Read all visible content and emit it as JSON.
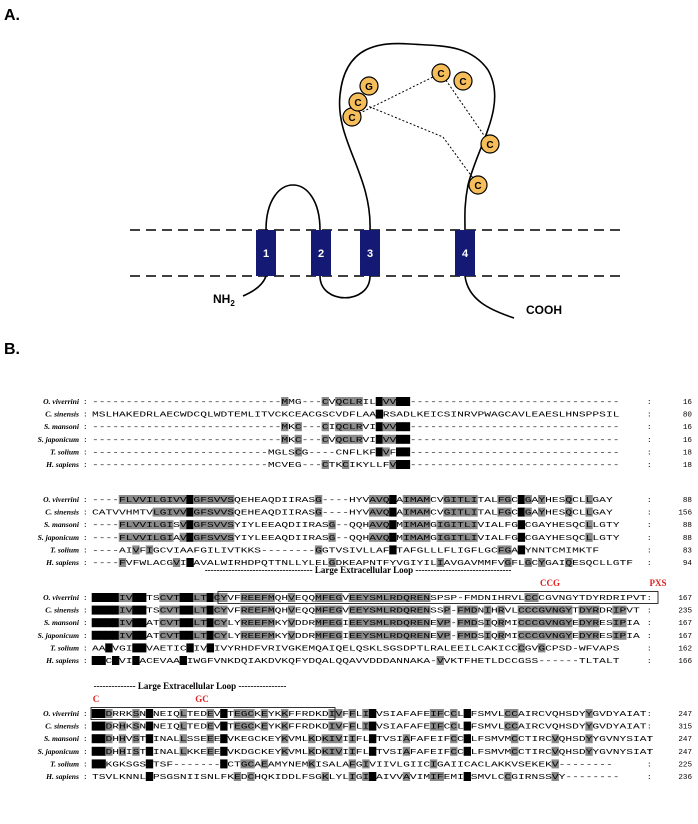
{
  "panel_a": {
    "label": "A.",
    "tm_domains": [
      "1",
      "2",
      "3",
      "4"
    ],
    "n_terminus": "NH",
    "n_terminus_sub": "2",
    "c_terminus": "COOH",
    "cysteines": [
      "C",
      "G",
      "C",
      "C",
      "C",
      "C",
      "C"
    ]
  },
  "panel_b": {
    "label": "B.",
    "blocks": [
      {
        "rows": [
          {
            "species": "O. viverrini",
            "seq": "----------------------------MMG---CVQCLRILIVVFN-------------------------------",
            "num": "16"
          },
          {
            "species": "C. sinensis",
            "seq": "MSLHAKEDRLAECWDCQLWDTEMLITVCKCEACGSCVDFLAAIRSADLKEICSINRVPWAGCAVLEAESLHNSPPSIL",
            "num": "80"
          },
          {
            "species": "S. mansoni",
            "seq": "----------------------------MKC---CIQCLRVIIVVFN-------------------------------",
            "num": "16"
          },
          {
            "species": "S. japonicum",
            "seq": "----------------------------MKC---CVQCLRVIIVVFN-------------------------------",
            "num": "16"
          },
          {
            "species": "T. solium",
            "seq": "--------------------------MGLSCG----CNFLKFIVFFN-------------------------------",
            "num": "18"
          },
          {
            "species": "H. sapiens",
            "seq": "--------------------------MCVEG---CTKCIKYLLFVFN-------------------------------",
            "num": "18"
          }
        ]
      },
      {
        "rows": [
          {
            "species": "O. viverrini",
            "seq": "----FLVVILGIVVLGFSVVSQEHEAQDIIRASG----HYVAVQIAIMAMCVGITLITALFGCCGAYHESQCLLGAY",
            "num": "88"
          },
          {
            "species": "C. sinensis",
            "seq": "CATVVHMTVLGIVVLGFSVVSQEHEAQDIIRASG----HYVAVQIAIMAMCVGITLITALFGCCGAYHESQCLLGAY",
            "num": "156"
          },
          {
            "species": "S. mansoni",
            "seq": "----FLVVILGISVLGFSVVSYIYLEEAQDIIRASG--QQHAVQIMIMAMGIGITLIVIALFGCCGAYHESQCLLGTY",
            "num": "88"
          },
          {
            "species": "S. japonicum",
            "seq": "----FLVVILGIAVLGFSVVSYIYLEEAQDIIRASG--QQHAVQIMIMAMGIGITLIVIALFGCCGAYHESQCLLGTY",
            "num": "88"
          },
          {
            "species": "T. solium",
            "seq": "----AIVFIGCVIAAFGILIVTKKS--------GGTVSIVLLAFITAFGLLLFLIGFLGCFGACYNNTCMIMKTF",
            "num": "83"
          },
          {
            "species": "H. sapiens",
            "seq": "----FVFWLACGVILAVALWIRHDPQTTNLLYLELGDKEAPNTFYVGIYILIAVGAVMMFVGFLGCYGAIQESQCLLGTF",
            "num": "94"
          }
        ]
      },
      {
        "loop_label": "------------------------------------ Large Extracellular Loop --------------------------------",
        "motifs": [
          "CCG",
          "PXS"
        ],
        "rows": [
          {
            "species": "O. viverrini",
            "seq": "FIIIIVILTSCVTGALTLCYVFREEFMQHVEQQMFEGVEEYSMLRDQRENSPSP-FMDNIHRVLCCCGVNGYTDYRDRIPVT",
            "num": "167"
          },
          {
            "species": "C. sinensis",
            "seq": "FIIIIVILTSCVTGALTLCYVFREEFMQHVEQQMFEGVEEYSMLRDQRENSSP-FMDNIHRVLCCCGVNGYTDYRDRIPVT",
            "num": "235"
          },
          {
            "species": "S. mansoni",
            "seq": "FIIIIVILATCVTGALTLCYLYREEFMKYVDDRMFEGIEEYSMLRDQRENEVP-FMDSIQRMICCCGVNGYEDYRESIPIA",
            "num": "167"
          },
          {
            "species": "S. japonicum",
            "seq": "FIIIIVILATCVTGALTLCYLYREEFMKYVDDRMFEGIEEYSMLRDQRENEVP-FMDSIQRMICCCGVNGYEDYRESIPIA",
            "num": "167"
          },
          {
            "species": "T. solium",
            "seq": "AAIVGIILVAETICAIVLIVYRHDFVRIVGKEMQAIQELQSKLSGSDPTLRALEEILCAKICCCGVGCPSD-WFVAPS",
            "num": "162"
          },
          {
            "species": "H. sapiens",
            "seq": "FICIVIIACEVAAGIWGFVNKDQIAKDVKQFYDQALQQAVVDDDANNAKA-VVKTFHETLDCCGSS------TLTALT",
            "num": "166"
          }
        ]
      },
      {
        "loop_label": "-------------- Large Extracellular Loop ----------------",
        "motifs": [
          "C",
          "GC"
        ],
        "rows": [
          {
            "species": "O. viverrini",
            "seq": "CGDRRKSNCNEIQLTEDEVVTEGCKEYKKFFRDKDIVFFLIAVSIAFAFEIFCCLLFSMVLCCAIRCVQHSDYYGVDYAIAT",
            "num": "247"
          },
          {
            "species": "C. sinensis",
            "seq": "CGDRHKSNCNEIQLTEDEVVTEGCKEYKKFFRDKDIVFFLIAVSIAFAFEIFCCLLFSMVLCCAIRCVQHSDYYGVDYAIAT",
            "num": "315"
          },
          {
            "species": "S. mansoni",
            "seq": "CGDHHVSTCINALLSSEEEVVKEGCKEYKVMLKDKIVIIFLATVSIAFAFEIFCCLLFSMVMCCTIRCVQHSDYYGVNYSIAT",
            "num": "247"
          },
          {
            "species": "S. japonicum",
            "seq": "CGDHHISTCINALLKKEEEVVKDGCKEYKVMLKDKIVIIFLATVSIAFAFEIFCCLLFSMVMCCTIRCVQHSDYYGVNYSIAT",
            "num": "247"
          },
          {
            "species": "T. solium",
            "seq": "CGKGKSGSCTSF-------VCTGCAEAMYNEMKISALAFGIVIIVLGIICIGAIICACLAKKVSEKEKV--------",
            "num": "225"
          },
          {
            "species": "H. sapiens",
            "seq": "TSVLKNNLCPSGSNIISNLFKEDCHQKIDDLFSGKLYLIGIAAIVVAVIMIFEMILSMVLCCGIRNSSVY--------",
            "num": "236"
          }
        ]
      }
    ]
  }
}
